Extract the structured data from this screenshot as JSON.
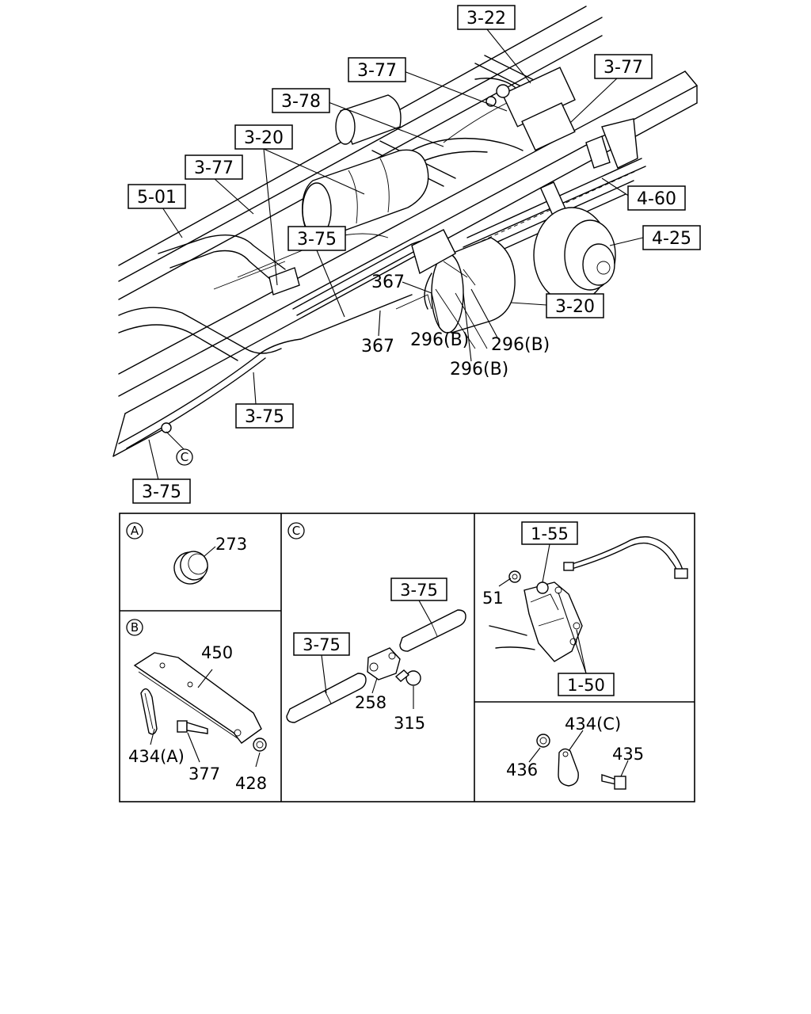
{
  "main": {
    "boxed_labels": {
      "b_3_22": "3-22",
      "b_3_77_top": "3-77",
      "b_3_77_right": "3-77",
      "b_3_78": "3-78",
      "b_3_20_top": "3-20",
      "b_3_77_left": "3-77",
      "b_5_01": "5-01",
      "b_4_60": "4-60",
      "b_4_25": "4-25",
      "b_3_75_mid": "3-75",
      "b_3_20_right": "3-20",
      "b_3_75_low": "3-75",
      "b_3_75_bottom": "3-75"
    },
    "plain_labels": {
      "n_367_top": "367",
      "n_367_low": "367",
      "n_296b_1": "296(B)",
      "n_296b_2": "296(B)",
      "n_296b_3": "296(B)"
    },
    "callout_c": "C"
  },
  "detail_a": {
    "marker": "A",
    "n_273": "273"
  },
  "detail_b": {
    "marker": "B",
    "n_450": "450",
    "n_434a": "434(A)",
    "n_377": "377",
    "n_428": "428"
  },
  "detail_c": {
    "marker": "C",
    "b_3_75_upper": "3-75",
    "b_3_75_lower": "3-75",
    "n_258": "258",
    "n_315": "315"
  },
  "detail_sensor": {
    "b_1_55": "1-55",
    "b_1_50": "1-50",
    "n_51": "51"
  },
  "detail_clip": {
    "n_434c": "434(C)",
    "n_436": "436",
    "n_435": "435"
  }
}
